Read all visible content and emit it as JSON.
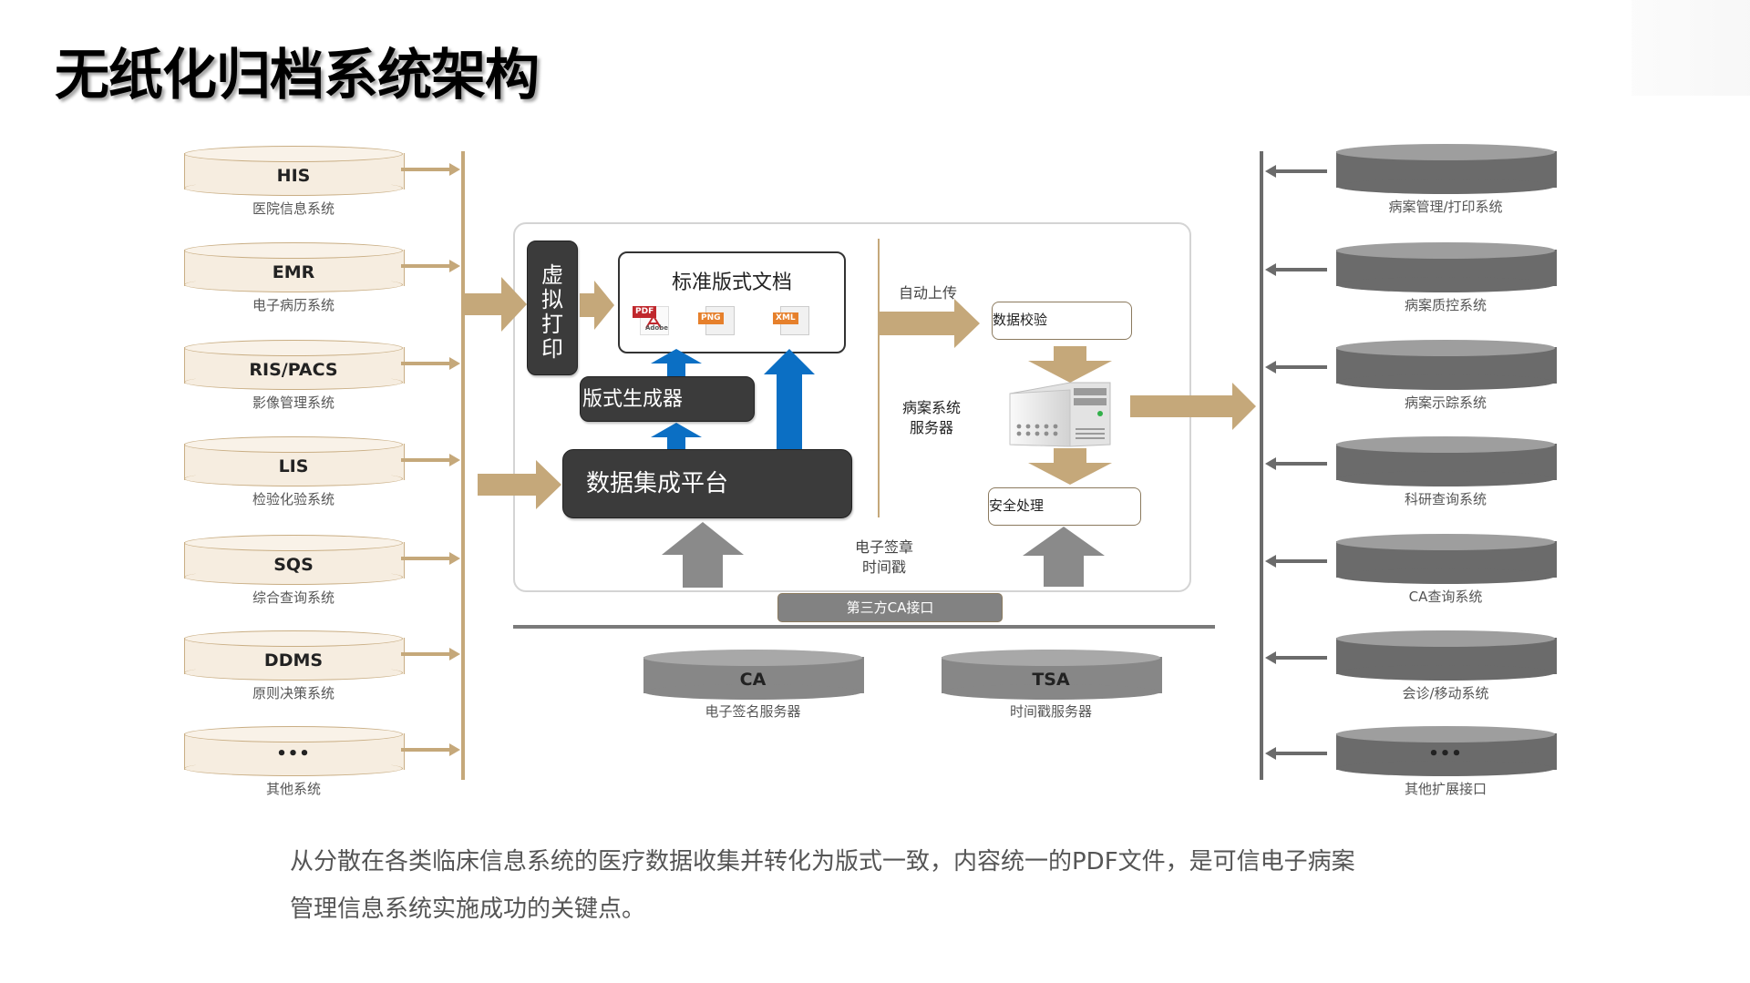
{
  "title": "无纸化归档系统架构",
  "colors": {
    "source_accent": "#c5a87a",
    "source_fill": "#f6ede0",
    "consumer_fill": "#6b6b6b",
    "dark_box": "#3b3b3b",
    "blue_arrow": "#0b6fc4",
    "gray_arrow": "#8a8a8a"
  },
  "sources": [
    {
      "code": "HIS",
      "label": "医院信息系统"
    },
    {
      "code": "EMR",
      "label": "电子病历系统"
    },
    {
      "code": "RIS/PACS",
      "label": "影像管理系统"
    },
    {
      "code": "LIS",
      "label": "检验化验系统"
    },
    {
      "code": "SQS",
      "label": "综合查询系统"
    },
    {
      "code": "DDMS",
      "label": "原则决策系统"
    },
    {
      "code": "•••",
      "label": "其他系统"
    }
  ],
  "center": {
    "virtual_print": "虚拟打印",
    "standard_doc": {
      "title": "标准版式文档",
      "formats": [
        {
          "tag": "PDF",
          "sub": "Adobe",
          "icon": "pdf-file-icon"
        },
        {
          "tag": "PNG",
          "sub": "",
          "icon": "png-file-icon"
        },
        {
          "tag": "XML",
          "sub": "",
          "icon": "xml-file-icon"
        }
      ]
    },
    "format_generator": "版式生成器",
    "data_integration": "数据集成平台",
    "auto_upload": "自动上传",
    "data_validation": "数据校验",
    "server_label_line1": "病案系统",
    "server_label_line2": "服务器",
    "security": "安全处理",
    "sign_line1": "电子签章",
    "sign_line2": "时间戳",
    "third_party_ca": "第三方CA接口"
  },
  "services": [
    {
      "code": "CA",
      "label": "电子签名服务器"
    },
    {
      "code": "TSA",
      "label": "时间戳服务器"
    }
  ],
  "consumers": [
    {
      "code": "",
      "label": "病案管理/打印系统"
    },
    {
      "code": "",
      "label": "病案质控系统"
    },
    {
      "code": "",
      "label": "病案示踪系统"
    },
    {
      "code": "",
      "label": "科研查询系统"
    },
    {
      "code": "",
      "label": "CA查询系统"
    },
    {
      "code": "",
      "label": "会诊/移动系统"
    },
    {
      "code": "•••",
      "label": "其他扩展接口"
    }
  ],
  "note_line1": "从分散在各类临床信息系统的医疗数据收集并转化为版式一致，内容统一的PDF文件，是可信电子病案",
  "note_line2": "管理信息系统实施成功的关键点。"
}
